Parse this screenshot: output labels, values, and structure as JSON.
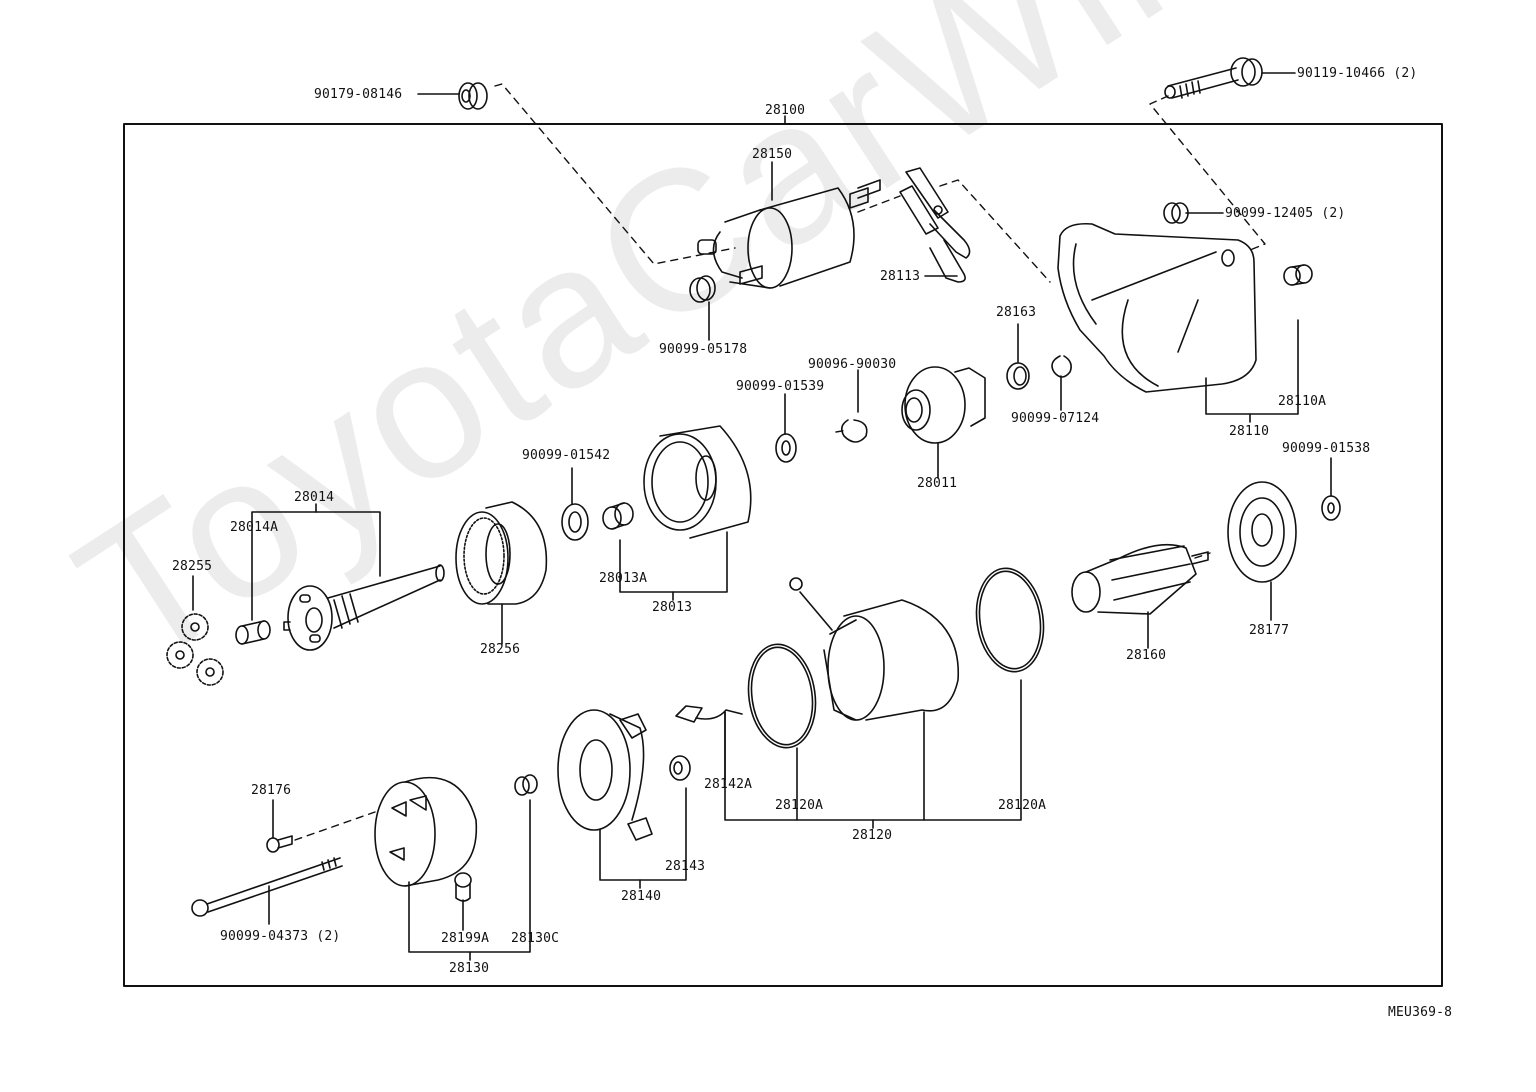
{
  "diagram": {
    "title": "Starter assembly exploded view",
    "assembly_number": "28100",
    "figure_code": "MEU369-8",
    "watermark": "ToyotaCarWires.ru"
  },
  "parts": [
    {
      "id": "90179-08146",
      "label": "90179-08146",
      "name": "nut"
    },
    {
      "id": "28100",
      "label": "28100",
      "name": "starter-assembly"
    },
    {
      "id": "90119-10466",
      "label": "90119-10466 (2)",
      "name": "bolt"
    },
    {
      "id": "28150",
      "label": "28150",
      "name": "magnetic-switch"
    },
    {
      "id": "28113",
      "label": "28113",
      "name": "lever"
    },
    {
      "id": "90099-12405",
      "label": "90099-12405 (2)",
      "name": "nut"
    },
    {
      "id": "90099-05178",
      "label": "90099-05178",
      "name": "nut"
    },
    {
      "id": "28163",
      "label": "28163",
      "name": "bearing"
    },
    {
      "id": "90096-90030",
      "label": "90096-90030",
      "name": "snap-ring"
    },
    {
      "id": "90099-01539",
      "label": "90099-01539",
      "name": "washer"
    },
    {
      "id": "90099-07124",
      "label": "90099-07124",
      "name": "ring"
    },
    {
      "id": "28110A",
      "label": "28110A",
      "name": "bushing"
    },
    {
      "id": "28110",
      "label": "28110",
      "name": "housing"
    },
    {
      "id": "28011",
      "label": "28011",
      "name": "clutch-pinion"
    },
    {
      "id": "90099-01542",
      "label": "90099-01542",
      "name": "washer"
    },
    {
      "id": "90099-01538",
      "label": "90099-01538",
      "name": "washer"
    },
    {
      "id": "28014",
      "label": "28014",
      "name": "planetary-shaft"
    },
    {
      "id": "28014A",
      "label": "28014A",
      "name": "bushing"
    },
    {
      "id": "28255",
      "label": "28255",
      "name": "planetary-gears"
    },
    {
      "id": "28256",
      "label": "28256",
      "name": "internal-gear"
    },
    {
      "id": "28013A",
      "label": "28013A",
      "name": "bushing"
    },
    {
      "id": "28013",
      "label": "28013",
      "name": "center-bearing"
    },
    {
      "id": "28160",
      "label": "28160",
      "name": "armature"
    },
    {
      "id": "28177",
      "label": "28177",
      "name": "plate"
    },
    {
      "id": "28142A",
      "label": "28142A",
      "name": "brush"
    },
    {
      "id": "28120A",
      "label": "28120A",
      "name": "o-ring"
    },
    {
      "id": "28120A_2",
      "label": "28120A",
      "name": "o-ring"
    },
    {
      "id": "28120",
      "label": "28120",
      "name": "yoke"
    },
    {
      "id": "28176",
      "label": "28176",
      "name": "screw"
    },
    {
      "id": "28143",
      "label": "28143",
      "name": "spring"
    },
    {
      "id": "28140",
      "label": "28140",
      "name": "brush-holder"
    },
    {
      "id": "90099-04373",
      "label": "90099-04373 (2)",
      "name": "through-bolt"
    },
    {
      "id": "28199A",
      "label": "28199A",
      "name": "plug"
    },
    {
      "id": "28130C",
      "label": "28130C",
      "name": "bushing"
    },
    {
      "id": "28130",
      "label": "28130",
      "name": "end-frame"
    }
  ]
}
